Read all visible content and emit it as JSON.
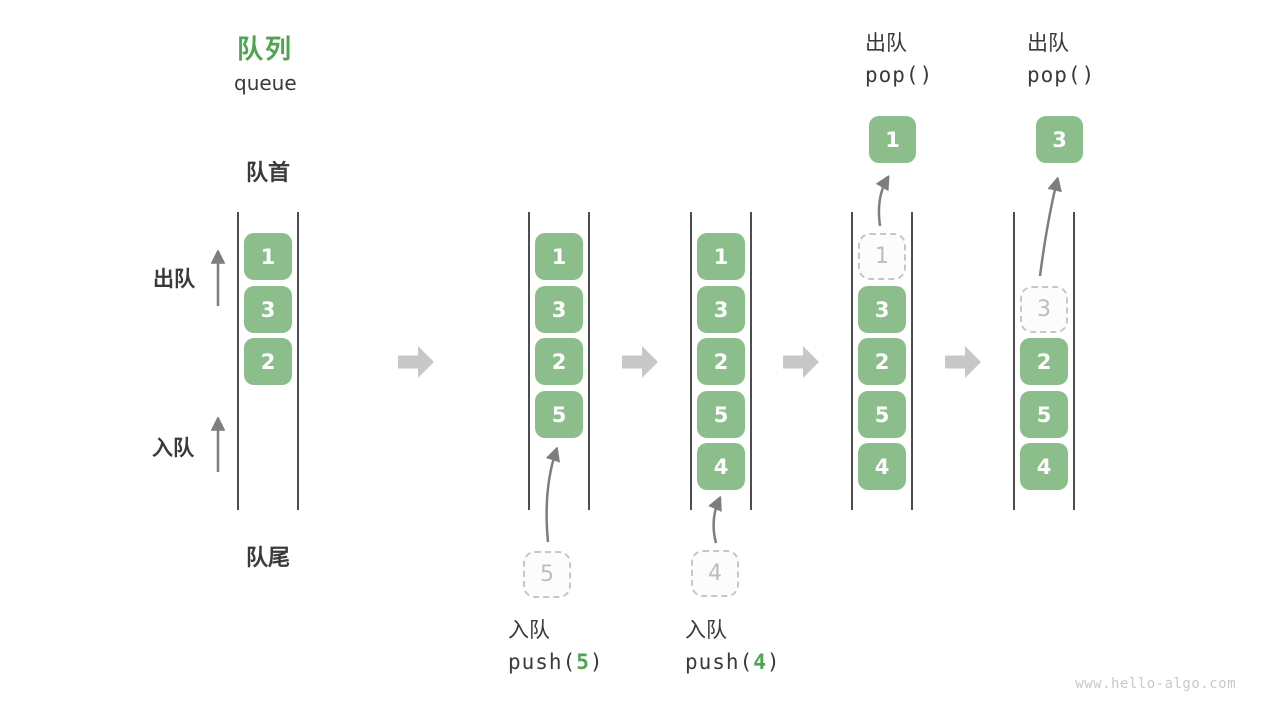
{
  "title": {
    "zh": "队列",
    "en": "queue"
  },
  "side_labels": {
    "front": "队首",
    "rear": "队尾",
    "dequeue": "出队",
    "enqueue": "入队"
  },
  "ops": {
    "push5": {
      "label": "入队",
      "fn": "push(",
      "arg": "5",
      "close": ")"
    },
    "push4": {
      "label": "入队",
      "fn": "push(",
      "arg": "4",
      "close": ")"
    },
    "pop1": {
      "label": "出队",
      "code": "pop()"
    },
    "pop3": {
      "label": "出队",
      "code": "pop()"
    }
  },
  "states": [
    {
      "cells": [
        "1",
        "3",
        "2"
      ]
    },
    {
      "cells": [
        "1",
        "3",
        "2",
        "5"
      ],
      "pending": "5"
    },
    {
      "cells": [
        "1",
        "3",
        "2",
        "5",
        "4"
      ],
      "pending": "4"
    },
    {
      "cells": [
        "3",
        "2",
        "5",
        "4"
      ],
      "removed": "1",
      "popped": "1"
    },
    {
      "cells": [
        "2",
        "5",
        "4"
      ],
      "removed": "3",
      "popped": "3"
    }
  ],
  "watermark": "www.hello-algo.com",
  "colors": {
    "accent_green": "#4EA450",
    "cell_green": "#8CBE8C",
    "text_dark": "#3A3A3A",
    "block_arrow_gray": "#C7C7C7",
    "thin_arrow_gray": "#7E7E7E",
    "dashed_gray": "#C6C6C6",
    "wall_gray": "#4D4D4D",
    "watermark_gray": "#C9C9C9"
  }
}
